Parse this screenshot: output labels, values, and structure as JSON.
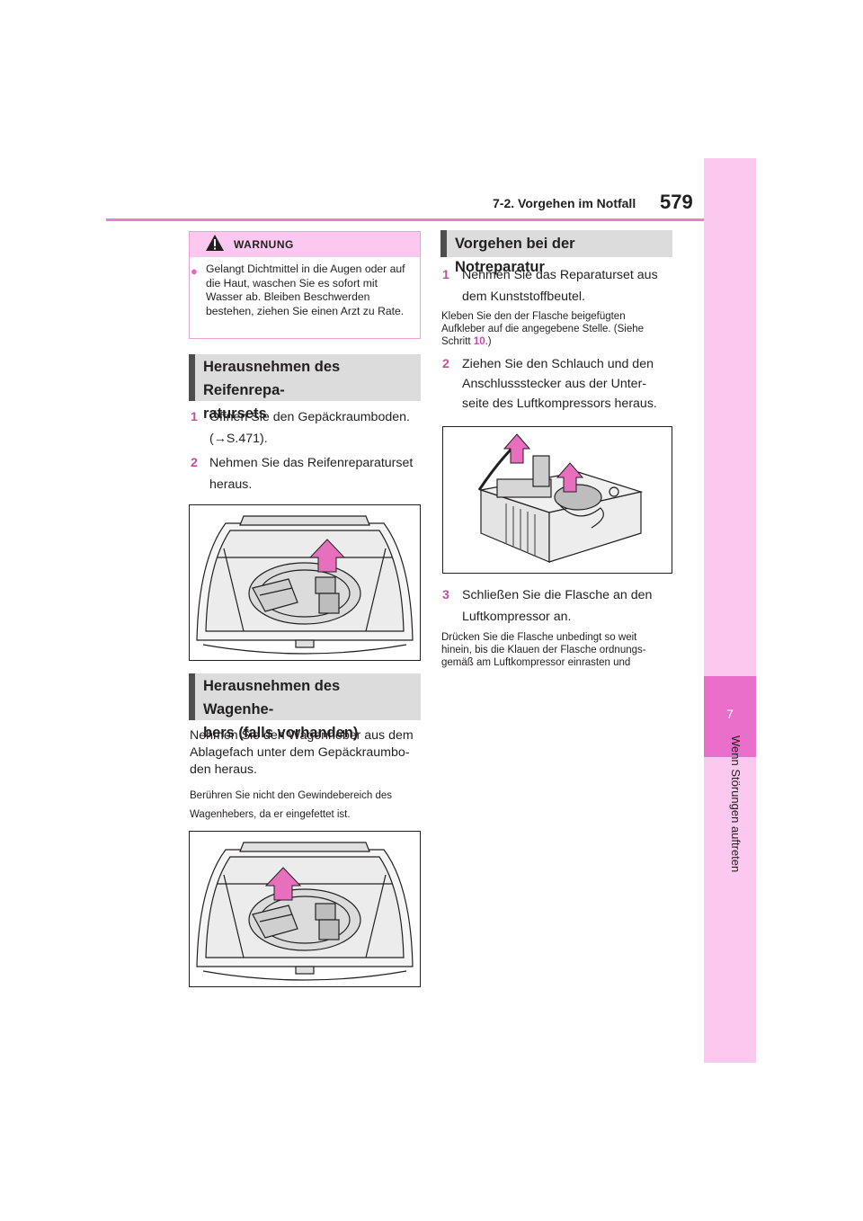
{
  "header": {
    "section": "7-2. Vorgehen im Notfall",
    "page_number": "579"
  },
  "sidebar": {
    "chapter_number": "7",
    "chapter_title": "Wenn Störungen auftreten"
  },
  "warning": {
    "label": "WARNUNG",
    "text": "Gelangt Dichtmittel in die Augen oder auf die Haut, waschen Sie es sofort mit Wasser ab. Bleiben Beschwerden bestehen, ziehen Sie einen Arzt zu Rate."
  },
  "left": {
    "section1": {
      "title_line1": "Herausnehmen des Reifenrepa-",
      "title_line2": "ratursets"
    },
    "step1": {
      "num": "1",
      "line1": "Öffnen Sie den Gepäckraumboden.",
      "line2": "(→S.471)."
    },
    "step2": {
      "num": "2",
      "line1": "Nehmen Sie das Reifenreparaturset",
      "line2": "heraus."
    },
    "section2": {
      "title_line1": "Herausnehmen des Wagenhe-",
      "title_line2": "bers (falls vorhanden)"
    },
    "para1": {
      "line1": "Nehmen Sie den Wagenheber aus dem",
      "line2": "Ablagefach unter dem Gepäckraumbo-",
      "line3": "den heraus."
    },
    "note1": {
      "line1": "Berühren Sie nicht den Gewindebereich des",
      "line2": "Wagenhebers, da er eingefettet ist."
    }
  },
  "right": {
    "section": {
      "title": "Vorgehen bei der Notreparatur"
    },
    "step1": {
      "num": "1",
      "line1": "Nehmen Sie das Reparaturset aus",
      "line2": "dem Kunststoffbeutel."
    },
    "note1": {
      "line1": "Kleben Sie den der Flasche beigefügten",
      "line2": "Aufkleber auf die angegebene Stelle. (Siehe",
      "line3_pre": "Schritt ",
      "line3_ref": "10",
      "line3_post": ".)"
    },
    "step2": {
      "num": "2",
      "line1": "Ziehen Sie den Schlauch und den",
      "line2": "Anschlussstecker aus der Unter-",
      "line3": "seite des Luftkompressors heraus."
    },
    "step3": {
      "num": "3",
      "line1": "Schließen Sie die Flasche an den",
      "line2": "Luftkompressor an."
    },
    "note2": {
      "line1": "Drücken Sie die Flasche unbedingt so weit",
      "line2": "hinein, bis die Klauen der Flasche ordnungs-",
      "line3": "gemäß am Luftkompressor einrasten und"
    }
  },
  "colors": {
    "accent": "#e87fce",
    "sidebar": "#fbc8ef",
    "chapter_box": "#ea6fcb",
    "heading_bg": "#dcdcdc",
    "step_number": "#c04ea3"
  }
}
